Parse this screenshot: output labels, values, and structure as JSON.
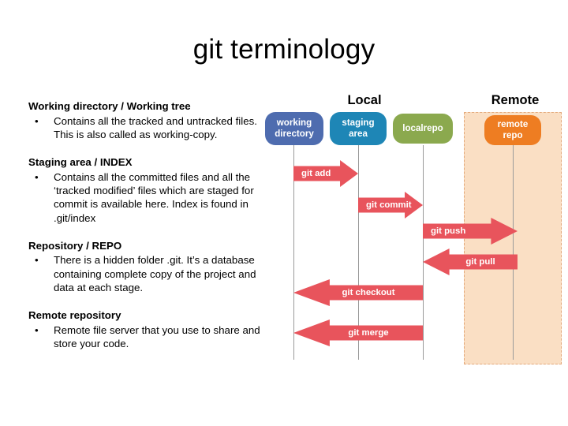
{
  "slide": {
    "title": "git terminology"
  },
  "text_blocks": [
    {
      "heading": "Working directory / Working tree",
      "bullet": "•",
      "body": "Contains all the tracked and untracked files. This is also called as working-copy."
    },
    {
      "heading": "Staging area / INDEX",
      "bullet": "•",
      "body": "Contains all the committed files and all the ‘tracked modified’ files which are staged for commit is available here. Index is found in .git/index"
    },
    {
      "heading": "Repository / REPO",
      "bullet": "•",
      "body": "There is a hidden folder .git. It’s a database containing complete copy of the project and data at each stage."
    },
    {
      "heading": "Remote repository",
      "bullet": "•",
      "body": "Remote file server that you use to share and store your code."
    }
  ],
  "diagram": {
    "zones": {
      "local_label": "Local",
      "remote_label": "Remote"
    },
    "nodes": [
      {
        "id": "working-directory",
        "label": "working directory",
        "color": "#4E6CAF"
      },
      {
        "id": "staging-area",
        "label": "staging area",
        "color": "#1E86B6"
      },
      {
        "id": "localrepo",
        "label": "localrepo",
        "color": "#8BA94E"
      },
      {
        "id": "remote-repo",
        "label": "remote repo",
        "color": "#EE7D22"
      }
    ],
    "arrows": [
      {
        "id": "git-add",
        "label": "git add",
        "direction": "right",
        "from": "working directory",
        "to": "staging area"
      },
      {
        "id": "git-commit",
        "label": "git commit",
        "direction": "right",
        "from": "staging area",
        "to": "localrepo"
      },
      {
        "id": "git-push",
        "label": "git push",
        "direction": "right",
        "from": "localrepo",
        "to": "remote repo"
      },
      {
        "id": "git-pull",
        "label": "git pull",
        "direction": "left",
        "from": "remote repo",
        "to": "localrepo"
      },
      {
        "id": "git-checkout",
        "label": "git checkout",
        "direction": "left",
        "from": "localrepo",
        "to": "working directory"
      },
      {
        "id": "git-merge",
        "label": "git merge",
        "direction": "left",
        "from": "localrepo",
        "to": "working directory"
      }
    ],
    "colors": {
      "arrow": "#E8545C",
      "remote_panel": "#FADFC4",
      "remote_panel_border": "#E3A87A",
      "lifeline": "#9A9A9A"
    }
  }
}
